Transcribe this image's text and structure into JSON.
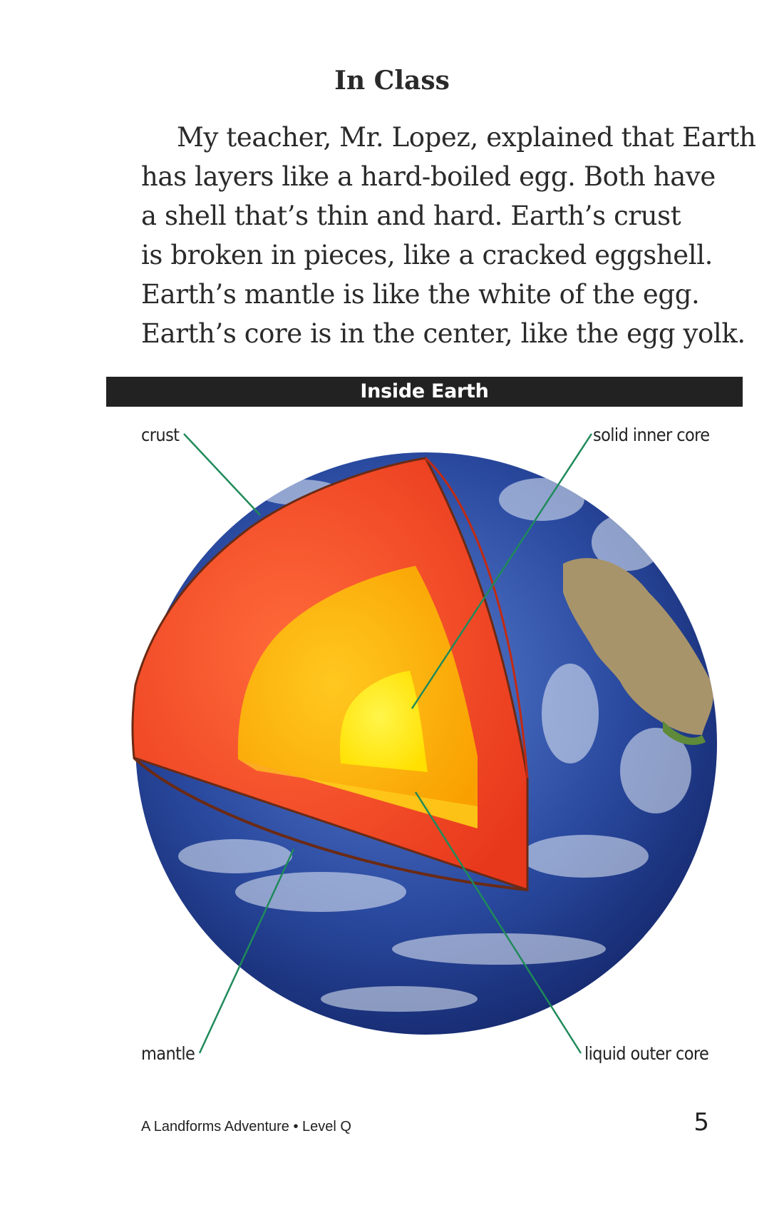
{
  "heading": "In Class",
  "paragraph_lines": [
    "My teacher, Mr. Lopez, explained that Earth",
    "has layers like a hard-boiled egg. Both have",
    "a shell that’s thin and hard. Earth’s crust",
    "is broken in pieces, like a cracked eggshell.",
    "Earth’s mantle is like the white of the egg.",
    "Earth’s core is in the center, like the egg yolk."
  ],
  "diagram": {
    "title": "Inside Earth",
    "labels": {
      "crust": "crust",
      "inner_core": "solid inner core",
      "mantle": "mantle",
      "outer_core": "liquid outer core"
    },
    "colors": {
      "ocean": "#1f3a8a",
      "mantle": "#f2492a",
      "outer_core": "#ffb000",
      "inner_core": "#ffec00",
      "leader_line": "#1f8a5a"
    }
  },
  "footer": {
    "book_title": "A Landforms Adventure • Level Q",
    "page_number": "5"
  }
}
